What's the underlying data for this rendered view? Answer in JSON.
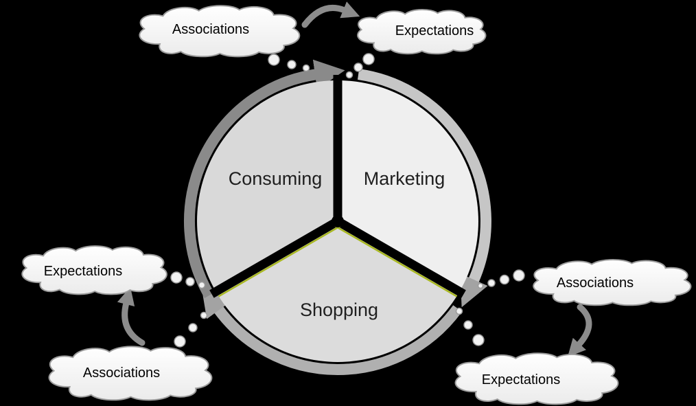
{
  "diagram": {
    "type": "cycle-diagram",
    "segments": [
      {
        "label": "Consuming"
      },
      {
        "label": "Marketing"
      },
      {
        "label": "Shopping"
      }
    ],
    "clouds": [
      {
        "label": "Associations",
        "position": "top-left"
      },
      {
        "label": "Expectations",
        "position": "top-right"
      },
      {
        "label": "Associations",
        "position": "right"
      },
      {
        "label": "Expectations",
        "position": "bottom-right"
      },
      {
        "label": "Expectations",
        "position": "left"
      },
      {
        "label": "Associations",
        "position": "bottom-left"
      }
    ],
    "colors": {
      "background": "#000000",
      "consuming_fill": "#d9d9d9",
      "marketing_fill": "#efefef",
      "shopping_fill": "#dcdcdc",
      "shopping_edge_accent": "#a9b821",
      "ring_left": "#8a8a8a",
      "ring_right": "#c6c6c6",
      "ring_bottom": "#b0b0b0",
      "connector_arrow": "#8c8c8c",
      "cloud_stroke": "#9c9c9c"
    }
  }
}
